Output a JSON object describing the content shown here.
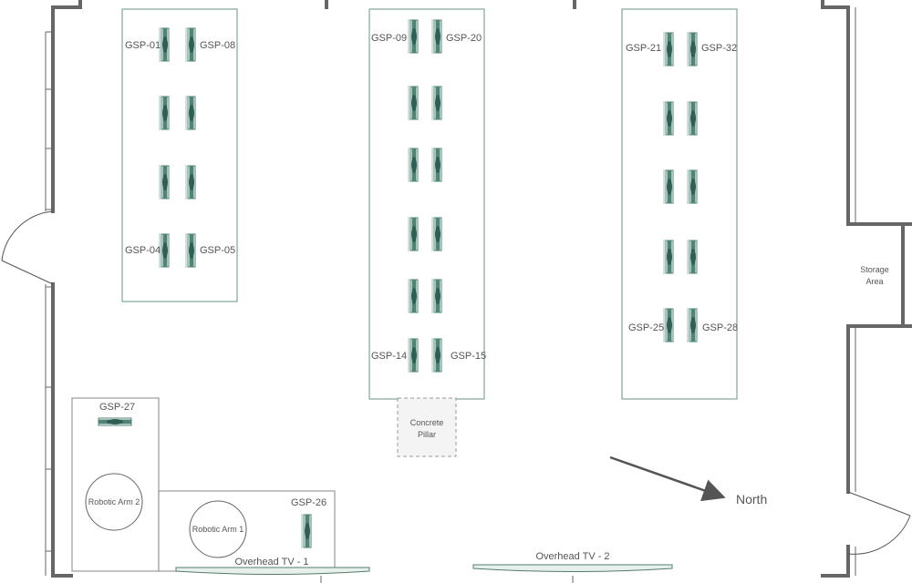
{
  "stations": {
    "gsp01": "GSP-01",
    "gsp08": "GSP-08",
    "gsp04": "GSP-04",
    "gsp05": "GSP-05",
    "gsp09": "GSP-09",
    "gsp20": "GSP-20",
    "gsp14": "GSP-14",
    "gsp15": "GSP-15",
    "gsp21": "GSP-21",
    "gsp32": "GSP-32",
    "gsp25": "GSP-25",
    "gsp28": "GSP-28",
    "gsp27": "GSP-27",
    "gsp26": "GSP-26"
  },
  "pillar": {
    "line1": "Concrete",
    "line2": "Pillar"
  },
  "storage": {
    "line1": "Storage",
    "line2": "Area"
  },
  "arms": {
    "arm1": "Robotic Arm 1",
    "arm2": "Robotic Arm 2"
  },
  "tvs": {
    "tv1": "Overhead TV - 1",
    "tv2": "Overhead TV - 2"
  },
  "compass": {
    "label": "North"
  },
  "colors": {
    "workstation": "#4f8577",
    "table_outline": "#7fa69a",
    "wall": "#666666"
  }
}
